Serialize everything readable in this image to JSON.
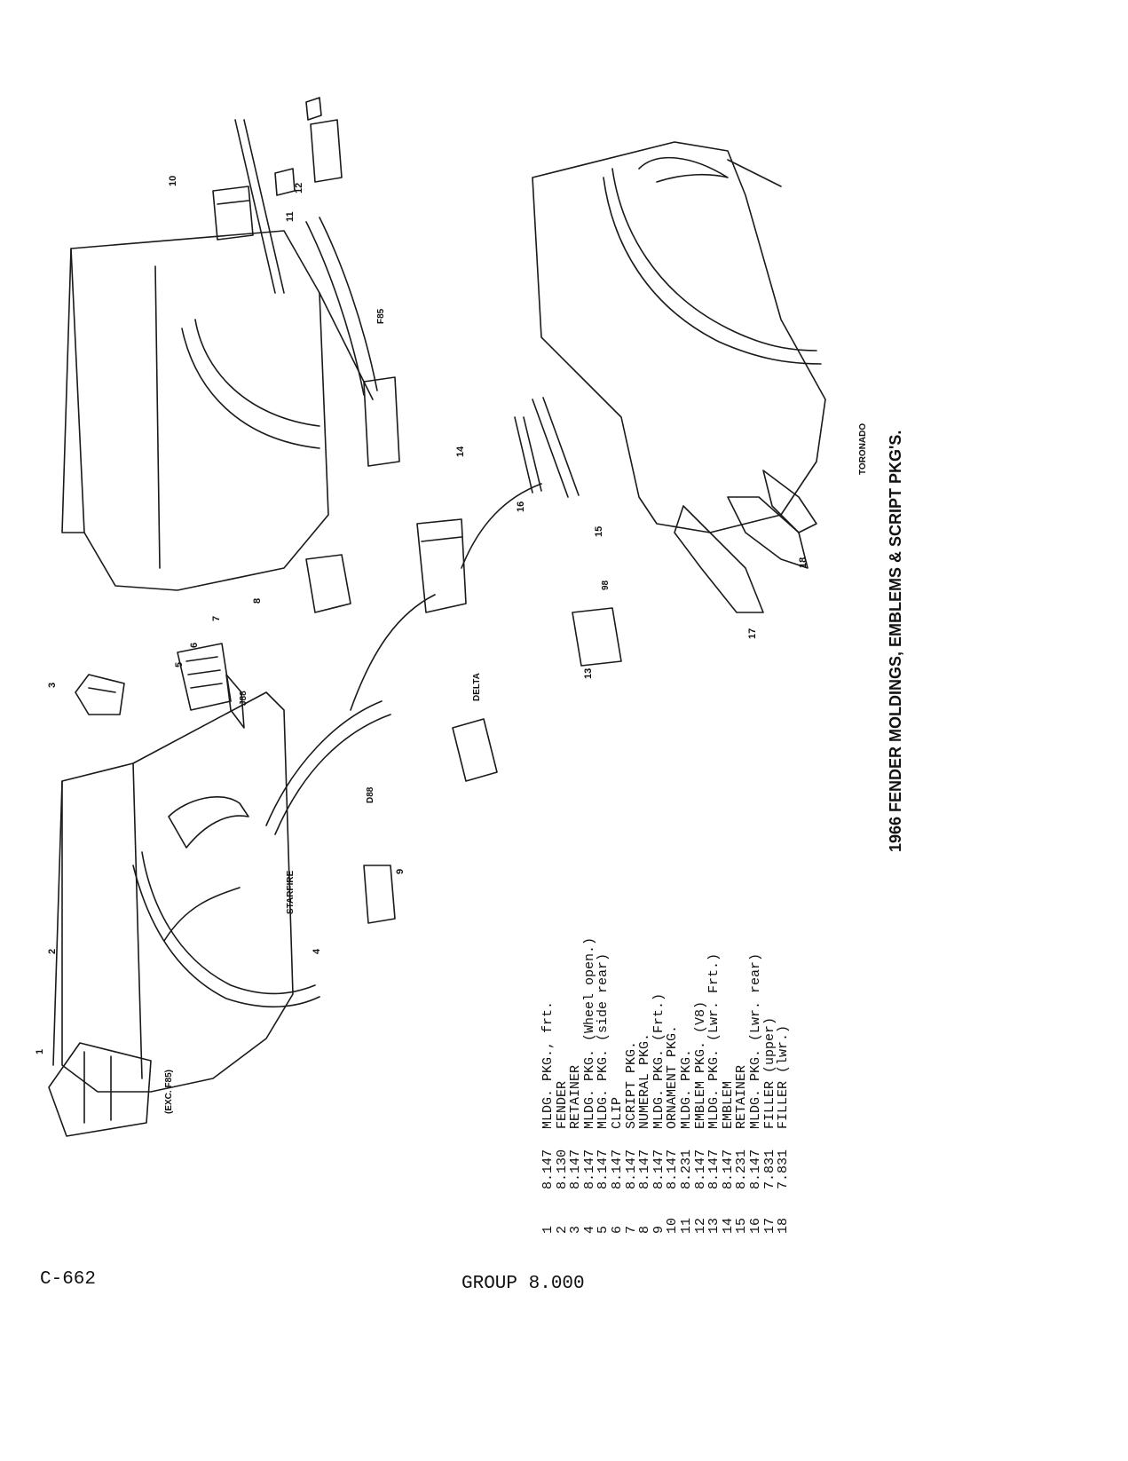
{
  "page": {
    "title": "1966 FENDER MOLDINGS, EMBLEMS & SCRIPT PKG'S.",
    "footer_left": "C-662",
    "footer_center": "GROUP 8.000"
  },
  "models": {
    "starfire": "STARFIRE",
    "exc_f85": "(EXC. F85)",
    "d88": "D88",
    "j88": "J88",
    "delta": "DELTA",
    "f85": "F85",
    "m98": "98",
    "toronado": "TORONADO"
  },
  "legend": [
    {
      "num": "1",
      "code": "8.147",
      "desc": "MLDG. PKG., frt."
    },
    {
      "num": "2",
      "code": "8.130",
      "desc": "FENDER"
    },
    {
      "num": "3",
      "code": "8.147",
      "desc": "RETAINER"
    },
    {
      "num": "4",
      "code": "8.147",
      "desc": "MLDG. PKG. (Wheel open.)"
    },
    {
      "num": "5",
      "code": "8.147",
      "desc": "MLDG. PKG. (side rear)"
    },
    {
      "num": "6",
      "code": "8.147",
      "desc": "CLIP"
    },
    {
      "num": "7",
      "code": "8.147",
      "desc": "SCRIPT PKG."
    },
    {
      "num": "8",
      "code": "8.147",
      "desc": "NUMERAL PKG."
    },
    {
      "num": "9",
      "code": "8.147",
      "desc": "MLDG. PKG. (Frt.)"
    },
    {
      "num": "10",
      "code": "8.147",
      "desc": "ORNAMENT PKG."
    },
    {
      "num": "11",
      "code": "8.231",
      "desc": "MLDG. PKG."
    },
    {
      "num": "12",
      "code": "8.147",
      "desc": "EMBLEM PKG. (V8)"
    },
    {
      "num": "13",
      "code": "8.147",
      "desc": "MLDG. PKG. (Lwr. Frt.)"
    },
    {
      "num": "14",
      "code": "8.147",
      "desc": "EMBLEM"
    },
    {
      "num": "15",
      "code": "8.231",
      "desc": "RETAINER"
    },
    {
      "num": "16",
      "code": "8.147",
      "desc": "MLDG. PKG. (Lwr. rear)"
    },
    {
      "num": "17",
      "code": "7.831",
      "desc": "FILLER (upper)"
    },
    {
      "num": "18",
      "code": "7.831",
      "desc": "FILLER (lwr.)"
    }
  ],
  "callouts": [
    "1",
    "2",
    "3",
    "4",
    "5",
    "6",
    "7",
    "8",
    "9",
    "10",
    "11",
    "12",
    "13",
    "14",
    "15",
    "16",
    "17",
    "18"
  ]
}
